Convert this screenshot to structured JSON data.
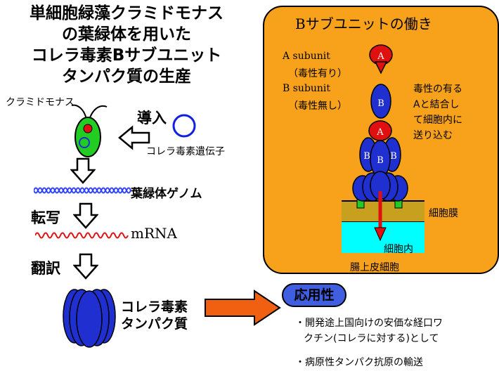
{
  "title": {
    "line1": "単細胞緑藻クラミドモナス",
    "line2": "の葉緑体を用いた",
    "line3": "コレラ毒素Bサブユニット",
    "line4": "タンパク質の生産"
  },
  "left": {
    "chlamy_label": "クラミドモナス",
    "introduction": "導入",
    "gene_label": "コレラ毒素遺伝子",
    "genome_label": "葉緑体ゲノム",
    "transcription": "転写",
    "mrna_label": "mRNA",
    "translation": "翻訳",
    "protein_label_1": "コレラ毒素",
    "protein_label_2": "タンパク質"
  },
  "panel": {
    "title": "Bサブユニットの働き",
    "a_subunit": "A subunit",
    "a_desc": "（毒性有り）",
    "b_subunit": "B subunit",
    "b_desc": "（毒性無し）",
    "note_1": "毒性の有る",
    "note_2": "Aと結合し",
    "note_3": "て細胞内に",
    "note_4": "送り込む",
    "membrane_label": "細胞膜",
    "cytoplasm_label": "細胞内",
    "cell_label": "腸上皮細胞",
    "glyph_a": "A",
    "glyph_b": "B"
  },
  "application": {
    "title": "応用性",
    "item_1_line1": "・開発途上国向けの安価な経口ワ",
    "item_1_line2": "クチン(コレラに対する)として",
    "item_2": "・病原性タンパク抗原の輸送"
  },
  "colors": {
    "panel": "#f8a21c",
    "b_subunit": "#2030d0",
    "a_subunit": "#e01010",
    "cytoplasm": "#00ffff",
    "arrow": "#f06010",
    "pill": "#3f5fe0"
  }
}
